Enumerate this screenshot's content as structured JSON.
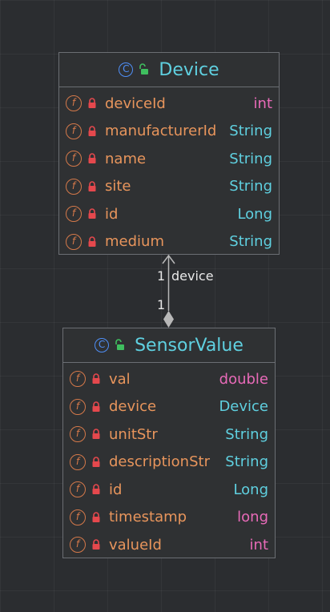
{
  "colors": {
    "background": "#2b2d30",
    "class_name": "#5fd0e0",
    "field_name": "#e8955c",
    "type_reference": "#5fd0e0",
    "type_primitive": "#e86ab8",
    "lock": "#e5484d",
    "unlock": "#3fbf5f",
    "class_icon": "#4f8ff7",
    "field_icon": "#d5794a"
  },
  "device": {
    "name": "Device",
    "class_icon_letter": "C",
    "fields": [
      {
        "icon_letter": "f",
        "name": "deviceId",
        "type": "int",
        "kind": "primitive"
      },
      {
        "icon_letter": "f",
        "name": "manufacturerId",
        "type": "String",
        "kind": "reference"
      },
      {
        "icon_letter": "f",
        "name": "name",
        "type": "String",
        "kind": "reference"
      },
      {
        "icon_letter": "f",
        "name": "site",
        "type": "String",
        "kind": "reference"
      },
      {
        "icon_letter": "f",
        "name": "id",
        "type": "Long",
        "kind": "reference"
      },
      {
        "icon_letter": "f",
        "name": "medium",
        "type": "String",
        "kind": "reference"
      }
    ]
  },
  "sensor_value": {
    "name": "SensorValue",
    "class_icon_letter": "C",
    "fields": [
      {
        "icon_letter": "f",
        "name": "val",
        "type": "double",
        "kind": "primitive"
      },
      {
        "icon_letter": "f",
        "name": "device",
        "type": "Device",
        "kind": "reference"
      },
      {
        "icon_letter": "f",
        "name": "unitStr",
        "type": "String",
        "kind": "reference"
      },
      {
        "icon_letter": "f",
        "name": "descriptionStr",
        "type": "String",
        "kind": "reference"
      },
      {
        "icon_letter": "f",
        "name": "id",
        "type": "Long",
        "kind": "reference"
      },
      {
        "icon_letter": "f",
        "name": "timestamp",
        "type": "long",
        "kind": "primitive"
      },
      {
        "icon_letter": "f",
        "name": "valueId",
        "type": "int",
        "kind": "primitive"
      }
    ]
  },
  "association": {
    "target_multiplicity": "1",
    "target_role": "device",
    "source_multiplicity": "1"
  }
}
